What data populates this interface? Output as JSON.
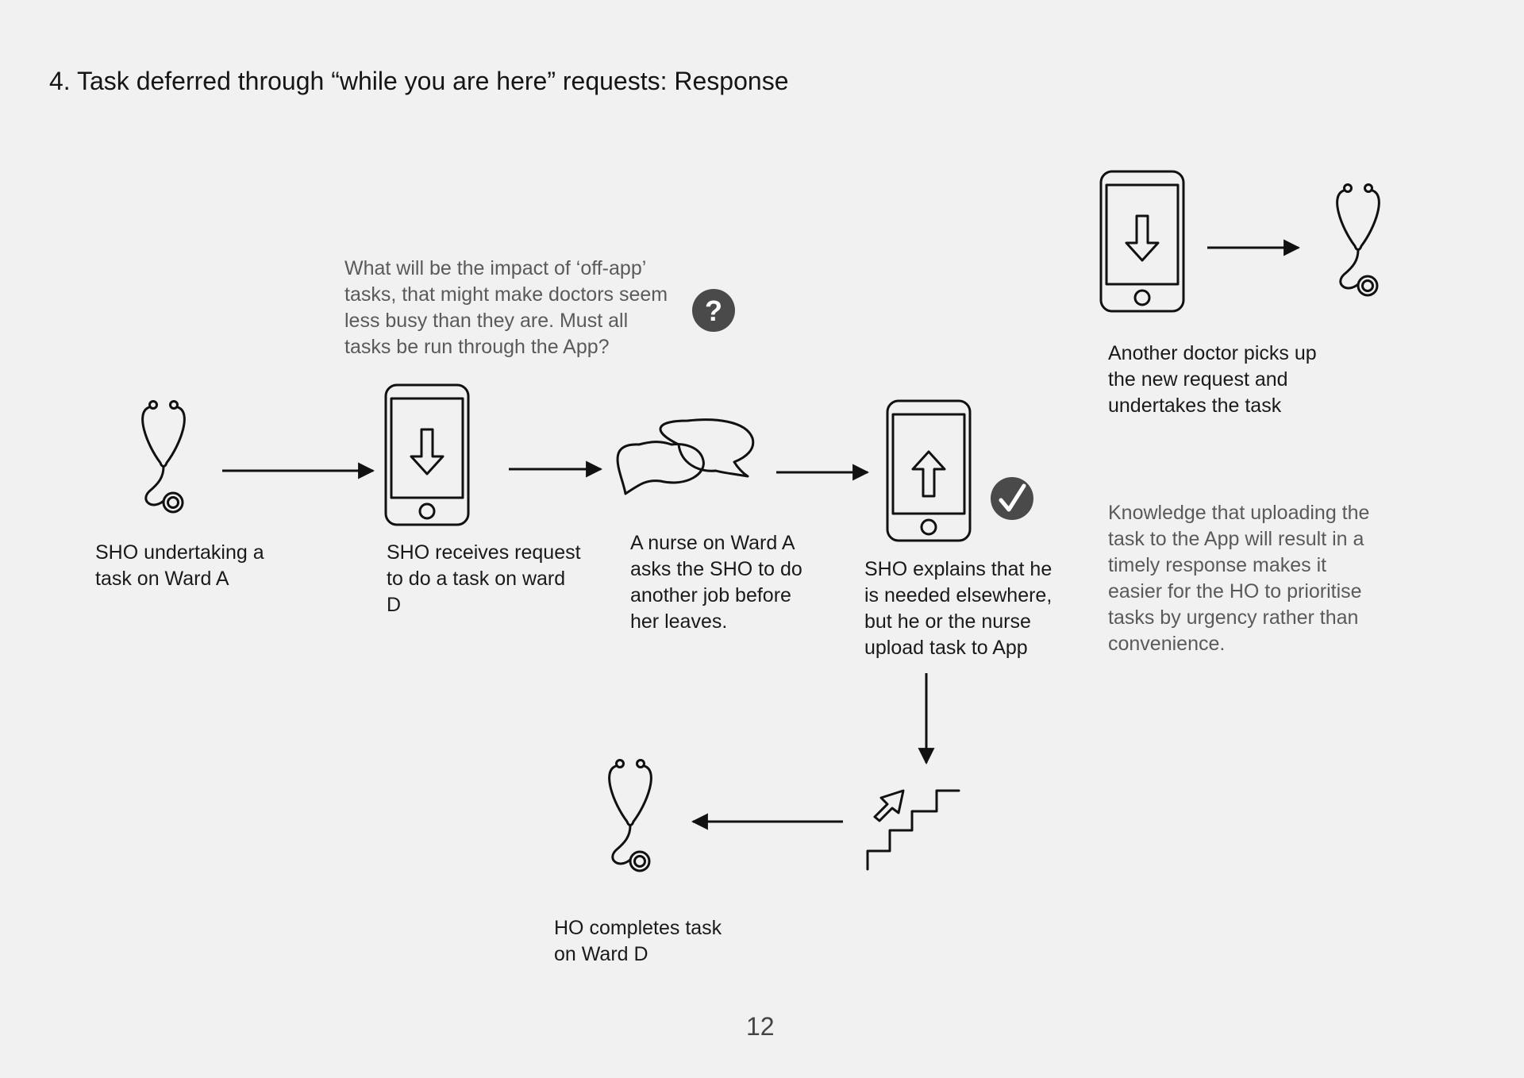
{
  "title": "4. Task deferred through “while you are here” requests: Response",
  "page_number": "12",
  "question_note": "What will be the impact of ‘off-app’ tasks, that might make doctors seem less busy than they are. Must all tasks be run through the App?",
  "knowledge_note": "Knowledge that uploading the task to the App will result in a timely response makes it easier for the HO to prioritise tasks by urgency rather than convenience.",
  "steps": [
    {
      "icon": "stethoscope-icon",
      "caption": "SHO undertaking a task on Ward A"
    },
    {
      "icon": "phone-download-icon",
      "caption": "SHO receives request to do a task on ward D"
    },
    {
      "icon": "speech-bubbles-icon",
      "caption": "A nurse on Ward A asks the SHO to do another job before her leaves."
    },
    {
      "icon": "phone-upload-icon",
      "caption": "SHO explains that he is needed elsewhere, but he or the nurse upload task to App"
    },
    {
      "icon": "stairs-up-icon",
      "caption": ""
    },
    {
      "icon": "stethoscope-icon",
      "caption": "HO completes task on Ward D"
    },
    {
      "icon": "phone-download-icon",
      "caption": ""
    },
    {
      "icon": "stethoscope-icon",
      "caption": "Another doctor picks up the new request and undertakes the task"
    }
  ],
  "badges": {
    "question": "?",
    "check": "✓"
  },
  "colors": {
    "ink": "#111111",
    "badge": "#4a4a4a",
    "note_text": "#5a5a5a",
    "background": "#f1f1f1"
  }
}
